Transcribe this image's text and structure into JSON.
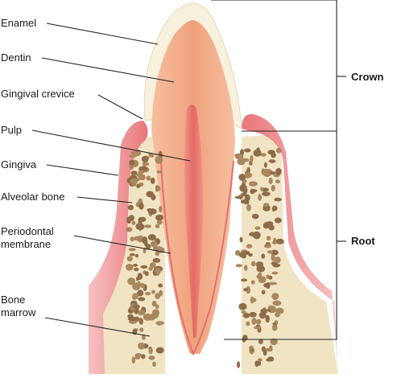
{
  "labels": {
    "enamel": "Enamel",
    "dentin": "Dentin",
    "gingival_crevice": "Gingival crevice",
    "pulp": "Pulp",
    "gingiva": "Gingiva",
    "alveolar_bone": "Alveolar bone",
    "periodontal_membrane_line1": "Periodontal",
    "periodontal_membrane_line2": "membrane",
    "bone_marrow_line1": "Bone",
    "bone_marrow_line2": "marrow"
  },
  "regions": {
    "crown": "Crown",
    "root": "Root"
  },
  "colors": {
    "enamel": "#f7f1de",
    "dentin": "#f2a882",
    "pulp": "#e8766e",
    "gingiva": "#ec8a8a",
    "bone": "#f0e3c2",
    "marrow": "#9b7a55",
    "line": "#222222"
  }
}
